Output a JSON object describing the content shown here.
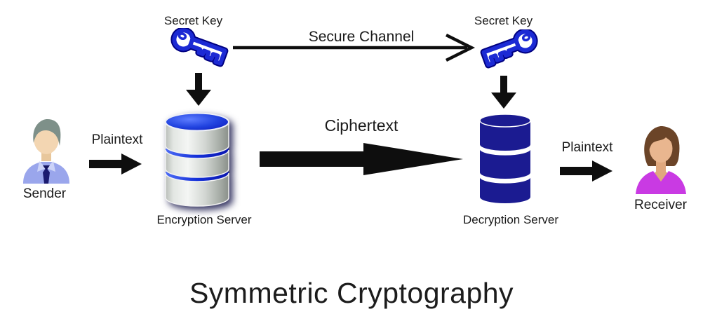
{
  "title": "Symmetric Cryptography",
  "nodes": {
    "sender": {
      "label": "Sender"
    },
    "receiver": {
      "label": "Receiver"
    },
    "encryption_server": {
      "label": "Encryption Server"
    },
    "decryption_server": {
      "label": "Decryption Server"
    }
  },
  "keys": {
    "left": {
      "label": "Secret Key"
    },
    "right": {
      "label": "Secret Key"
    }
  },
  "flows": {
    "secure_channel": {
      "label": "Secure Channel"
    },
    "ciphertext": {
      "label": "Ciphertext"
    },
    "plaintext_left": {
      "label": "Plaintext"
    },
    "plaintext_right": {
      "label": "Plaintext"
    }
  },
  "colors": {
    "key_blue": "#1c2ad4",
    "key_outline_navy": "#000080",
    "decryption_navy": "#1b1b91",
    "encryption_top_blue": "#1430d8",
    "encryption_body_grey": "#cdd1cd",
    "arrow_black": "#0e0e0e",
    "text": "#1a1a1a",
    "sender_shirt": "#9aa6ec",
    "sender_collar": "#ccd3f8",
    "sender_tie": "#1b1b70",
    "sender_skin": "#f3d6b2",
    "sender_hair": "#7e9089",
    "receiver_top": "#c93ae3",
    "receiver_skin": "#e9b68f",
    "receiver_hair": "#6b4428"
  }
}
